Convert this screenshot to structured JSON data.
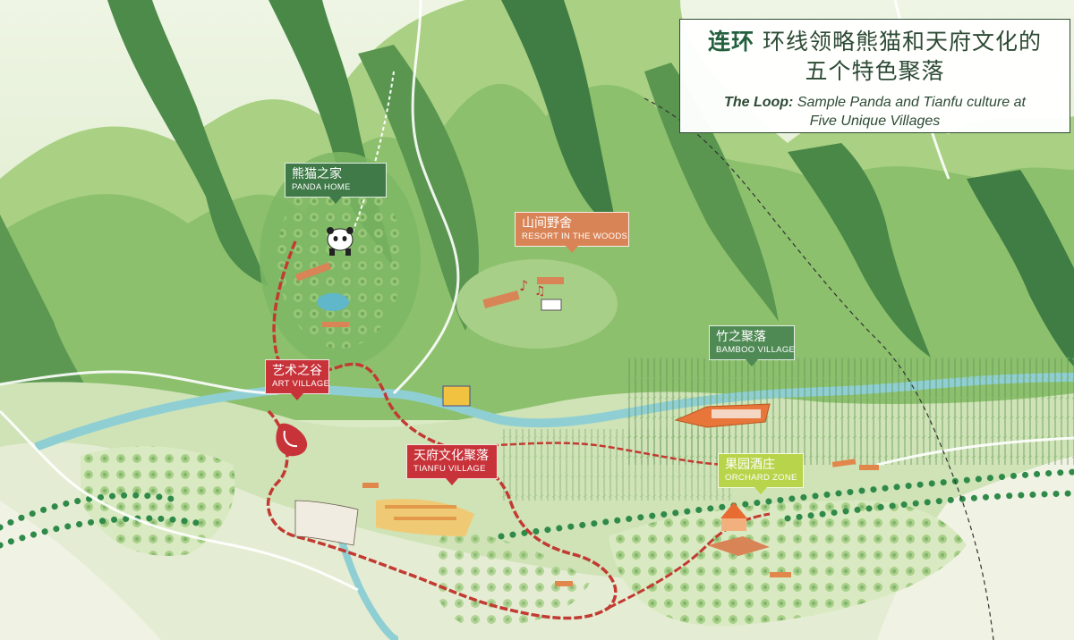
{
  "title": {
    "cn_highlight": "连环",
    "cn_line1": "环线领略熊猫和天府文化的",
    "cn_line2": "五个特色聚落",
    "en_highlight": "The Loop:",
    "en_line1": "Sample Panda and Tianfu culture at",
    "en_line2": "Five Unique Villages"
  },
  "villages": [
    {
      "id": "panda",
      "cn": "熊猫之家",
      "en": "PANDA HOME",
      "color": "#4f8a55"
    },
    {
      "id": "resort",
      "cn": "山间野舍",
      "en": "RESORT IN THE WOODS",
      "color": "#d98456"
    },
    {
      "id": "bamboo",
      "cn": "竹之聚落",
      "en": "BAMBOO VILLAGE",
      "color": "#4f8a55"
    },
    {
      "id": "art",
      "cn": "艺术之谷",
      "en": "ART VILLAGE",
      "color": "#c8333a"
    },
    {
      "id": "tianfu",
      "cn": "天府文化聚落",
      "en": "TIANFU VILLAGE",
      "color": "#c8333a"
    },
    {
      "id": "orchard",
      "cn": "果园酒庄",
      "en": "ORCHARD ZONE",
      "color": "#b8d44a"
    }
  ],
  "colors": {
    "mountain_dark": "#3f7d45",
    "mountain_mid": "#79b066",
    "mountain_light": "#b9d99a",
    "valley": "#dbead0",
    "river": "#8fcfd3",
    "loop_route": "#c23a32",
    "orchard_dots": "#2f8a4a"
  }
}
